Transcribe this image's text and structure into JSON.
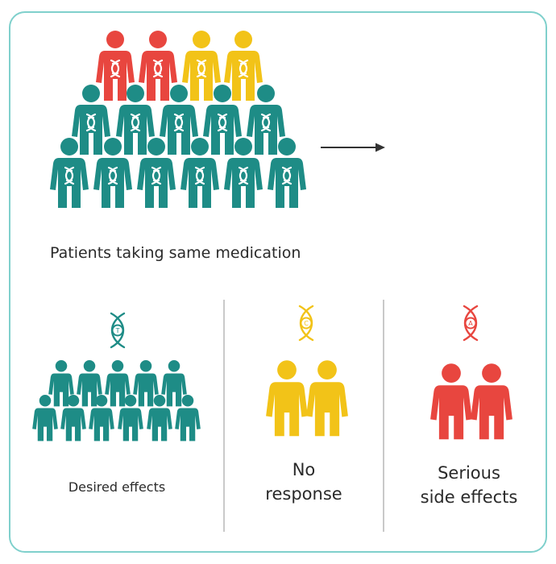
{
  "main_caption": "Patients taking same medication",
  "groups": [
    {
      "name": "desired",
      "label_lines": [
        "Desired effects"
      ],
      "base": "T",
      "color": "#1e8c86"
    },
    {
      "name": "no-response",
      "label_lines": [
        "No",
        "response"
      ],
      "base": "C",
      "color": "#f2c318"
    },
    {
      "name": "side-effects",
      "label_lines": [
        "Serious",
        "side effects"
      ],
      "base": "A",
      "color": "#e8463f"
    }
  ],
  "colors": {
    "teal": "#1e8c86",
    "yellow": "#f2c318",
    "red": "#e8463f",
    "frame": "#7fd0cc",
    "arrow": "#333333"
  }
}
